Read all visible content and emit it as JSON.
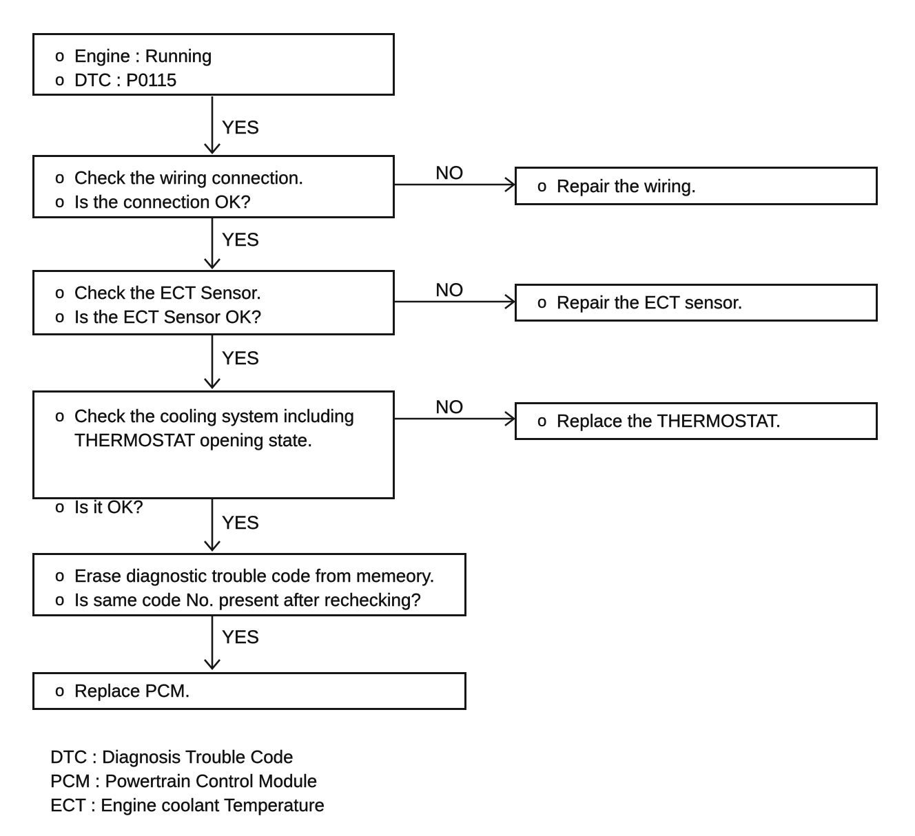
{
  "labels": {
    "yes": "YES",
    "no": "NO",
    "bullet": "o"
  },
  "boxes": {
    "start": {
      "line1": "Engine : Running",
      "line2": "DTC : P0115"
    },
    "check_wiring": {
      "line1": "Check the wiring connection.",
      "line2": "Is the connection OK?"
    },
    "repair_wiring": {
      "line1": "Repair the wiring."
    },
    "check_ect": {
      "line1": "Check the ECT Sensor.",
      "line2": "Is the ECT Sensor OK?"
    },
    "repair_ect": {
      "line1": "Repair the ECT sensor."
    },
    "check_cooling": {
      "line1": "Check the cooling system including",
      "line2": "THERMOSTAT opening state.",
      "line3": "Is it OK?"
    },
    "replace_thermostat": {
      "line1": "Replace the THERMOSTAT."
    },
    "erase_code": {
      "line1": "Erase diagnostic trouble code from memeory.",
      "line2": "Is same code No. present after rechecking?"
    },
    "replace_pcm": {
      "line1": "Replace PCM."
    }
  },
  "legend": {
    "line1": "DTC : Diagnosis Trouble Code",
    "line2": "PCM : Powertrain Control Module",
    "line3": "ECT : Engine coolant Temperature"
  },
  "colors": {
    "ink": "#161616",
    "background": "#ffffff"
  }
}
